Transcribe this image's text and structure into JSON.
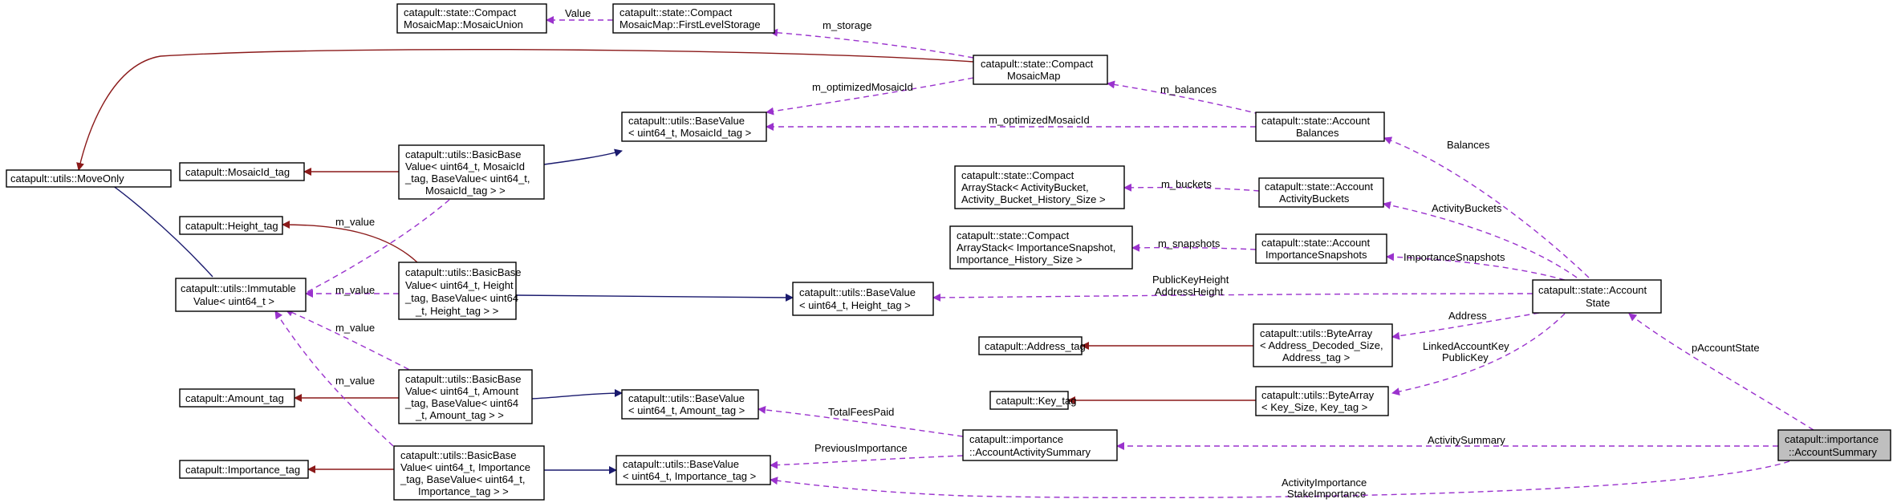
{
  "diagram": {
    "colors": {
      "inherit_edge": "#1a1a6e",
      "template_edge": "#8b1a1a",
      "usage_edge": "#9a32cd",
      "highlight_fill": "#bfbfbf"
    },
    "nodes": {
      "move_only": {
        "lines": [
          "catapult::utils::MoveOnly"
        ]
      },
      "mosaic_union": {
        "lines": [
          "catapult::state::Compact",
          "MosaicMap::MosaicUnion"
        ]
      },
      "first_level_storage": {
        "lines": [
          "catapult::state::Compact",
          "MosaicMap::FirstLevelStorage"
        ]
      },
      "compact_mosaic_map": {
        "lines": [
          "catapult::state::Compact",
          "MosaicMap"
        ]
      },
      "mosaic_id_tag": {
        "lines": [
          "catapult::MosaicId_tag"
        ]
      },
      "basic_base_mosaic": {
        "lines": [
          "catapult::utils::BasicBase",
          "Value< uint64_t, MosaicId",
          "_tag, BaseValue< uint64_t,",
          "MosaicId_tag > >"
        ]
      },
      "base_value_mosaic": {
        "lines": [
          "catapult::utils::BaseValue",
          "< uint64_t, MosaicId_tag >"
        ]
      },
      "account_balances": {
        "lines": [
          "catapult::state::Account",
          "Balances"
        ]
      },
      "height_tag": {
        "lines": [
          "catapult::Height_tag"
        ]
      },
      "immutable_value": {
        "lines": [
          "catapult::utils::Immutable",
          "Value< uint64_t >"
        ]
      },
      "basic_base_height": {
        "lines": [
          "catapult::utils::BasicBase",
          "Value< uint64_t, Height",
          "_tag, BaseValue< uint64",
          "_t, Height_tag > >"
        ]
      },
      "base_value_height": {
        "lines": [
          "catapult::utils::BaseValue",
          "< uint64_t, Height_tag >"
        ]
      },
      "array_stack_activity": {
        "lines": [
          "catapult::state::Compact",
          "ArrayStack< ActivityBucket,",
          "Activity_Bucket_History_Size >"
        ]
      },
      "account_activity_buckets": {
        "lines": [
          "catapult::state::Account",
          "ActivityBuckets"
        ]
      },
      "array_stack_importance": {
        "lines": [
          "catapult::state::Compact",
          "ArrayStack< ImportanceSnapshot,",
          "Importance_History_Size >"
        ]
      },
      "account_importance_snapshots": {
        "lines": [
          "catapult::state::Account",
          "ImportanceSnapshots"
        ]
      },
      "account_state": {
        "lines": [
          "catapult::state::Account",
          "State"
        ]
      },
      "address_tag": {
        "lines": [
          "catapult::Address_tag"
        ]
      },
      "byte_array_address": {
        "lines": [
          "catapult::utils::ByteArray",
          "< Address_Decoded_Size,",
          "Address_tag >"
        ]
      },
      "key_tag": {
        "lines": [
          "catapult::Key_tag"
        ]
      },
      "byte_array_key": {
        "lines": [
          "catapult::utils::ByteArray",
          "< Key_Size, Key_tag >"
        ]
      },
      "amount_tag": {
        "lines": [
          "catapult::Amount_tag"
        ]
      },
      "basic_base_amount": {
        "lines": [
          "catapult::utils::BasicBase",
          "Value< uint64_t, Amount",
          "_tag, BaseValue< uint64",
          "_t, Amount_tag > >"
        ]
      },
      "base_value_amount": {
        "lines": [
          "catapult::utils::BaseValue",
          "< uint64_t, Amount_tag >"
        ]
      },
      "account_activity_summary": {
        "lines": [
          "catapult::importance",
          "::AccountActivitySummary"
        ]
      },
      "importance_tag": {
        "lines": [
          "catapult::Importance_tag"
        ]
      },
      "basic_base_importance": {
        "lines": [
          "catapult::utils::BasicBase",
          "Value< uint64_t, Importance",
          "_tag, BaseValue< uint64_t,",
          "Importance_tag > >"
        ]
      },
      "base_value_importance": {
        "lines": [
          "catapult::utils::BaseValue",
          "< uint64_t, Importance_tag >"
        ]
      },
      "account_summary": {
        "lines": [
          "catapult::importance",
          "::AccountSummary"
        ]
      }
    },
    "edge_labels": {
      "value": "Value",
      "m_storage": "m_storage",
      "m_optimized_mosaic_id_1": "m_optimizedMosaicId",
      "m_balances": "m_balances",
      "m_optimized_mosaic_id_2": "m_optimizedMosaicId",
      "balances": "Balances",
      "m_buckets": "m_buckets",
      "activity_buckets": "ActivityBuckets",
      "m_value_mosaic": "m_value",
      "m_snapshots": "m_snapshots",
      "importance_snapshots": "ImportanceSnapshots",
      "m_value_height": "m_value",
      "public_key_height": "PublicKeyHeight",
      "address_height": "AddressHeight",
      "address": "Address",
      "m_value_amount": "m_value",
      "linked_account_key": "LinkedAccountKey",
      "public_key": "PublicKey",
      "p_account_state": "pAccountState",
      "m_value_importance": "m_value",
      "total_fees_paid": "TotalFeesPaid",
      "activity_summary": "ActivitySummary",
      "previous_importance": "PreviousImportance",
      "activity_importance": "ActivityImportance",
      "stake_importance": "StakeImportance"
    }
  }
}
